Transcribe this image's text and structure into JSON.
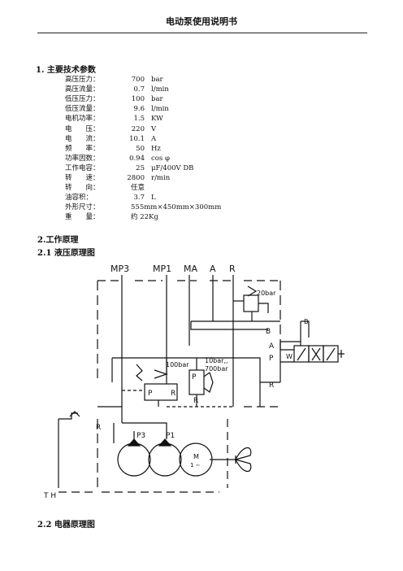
{
  "header": {
    "title": "电动泵使用说明书"
  },
  "section1": {
    "heading": "1.  主要技术参数",
    "params": [
      {
        "label": "高压压力：",
        "value": "700",
        "unit": "bar"
      },
      {
        "label": "高压流量：",
        "value": "0.7",
        "unit": "l/min"
      },
      {
        "label": "低压压力：",
        "value": "100",
        "unit": "bar"
      },
      {
        "label": "低压流量：",
        "value": "9.6",
        "unit": "l/min"
      },
      {
        "label": "电机功率：",
        "value": "1.5",
        "unit": "KW"
      },
      {
        "label": "电　　压：",
        "value": "220",
        "unit": "V"
      },
      {
        "label": "电　　流：",
        "value": "10.1",
        "unit": "A"
      },
      {
        "label": "频　　率：",
        "value": "50",
        "unit": "Hz"
      },
      {
        "label": "功率因数：",
        "value": "0.94",
        "unit": "cos φ"
      },
      {
        "label": "工作电容：",
        "value": "25",
        "unit": "μF/400V DB"
      },
      {
        "label": "转　　速：",
        "value": "2800",
        "unit": "r/min"
      },
      {
        "label": "转　　向：",
        "value": "任意",
        "unit": ""
      },
      {
        "label": "油容积：",
        "value": "3.7",
        "unit": "L"
      },
      {
        "label": "外形尺寸：",
        "value": "555mm×450mm×300mm",
        "unit": ""
      },
      {
        "label": "重　　量：",
        "value": "约 22Kg",
        "unit": ""
      }
    ]
  },
  "section2": {
    "heading": "2.工作原理",
    "sub1": "2.1 液压原理图",
    "sub2": "2.2 电器原理图"
  },
  "diagram": {
    "ports": [
      "MP3",
      "MP1",
      "MA",
      "A",
      "R"
    ],
    "labels": {
      "relief_top": "20bar",
      "b_small": "B",
      "b_port": "B",
      "a_port": "A",
      "p_port": "P",
      "r_port": "R",
      "w_mark": "W",
      "relief_low": "100bar",
      "relief_high_1": "10bar,,",
      "relief_high_2": "700bar",
      "p1": "P",
      "r1": "R",
      "p2": "P",
      "r2": "R",
      "r_left": "R",
      "pump3": "P3",
      "pump1": "P1",
      "motor": "M",
      "motor_sub": "1 ∼",
      "tank": "T H"
    }
  }
}
